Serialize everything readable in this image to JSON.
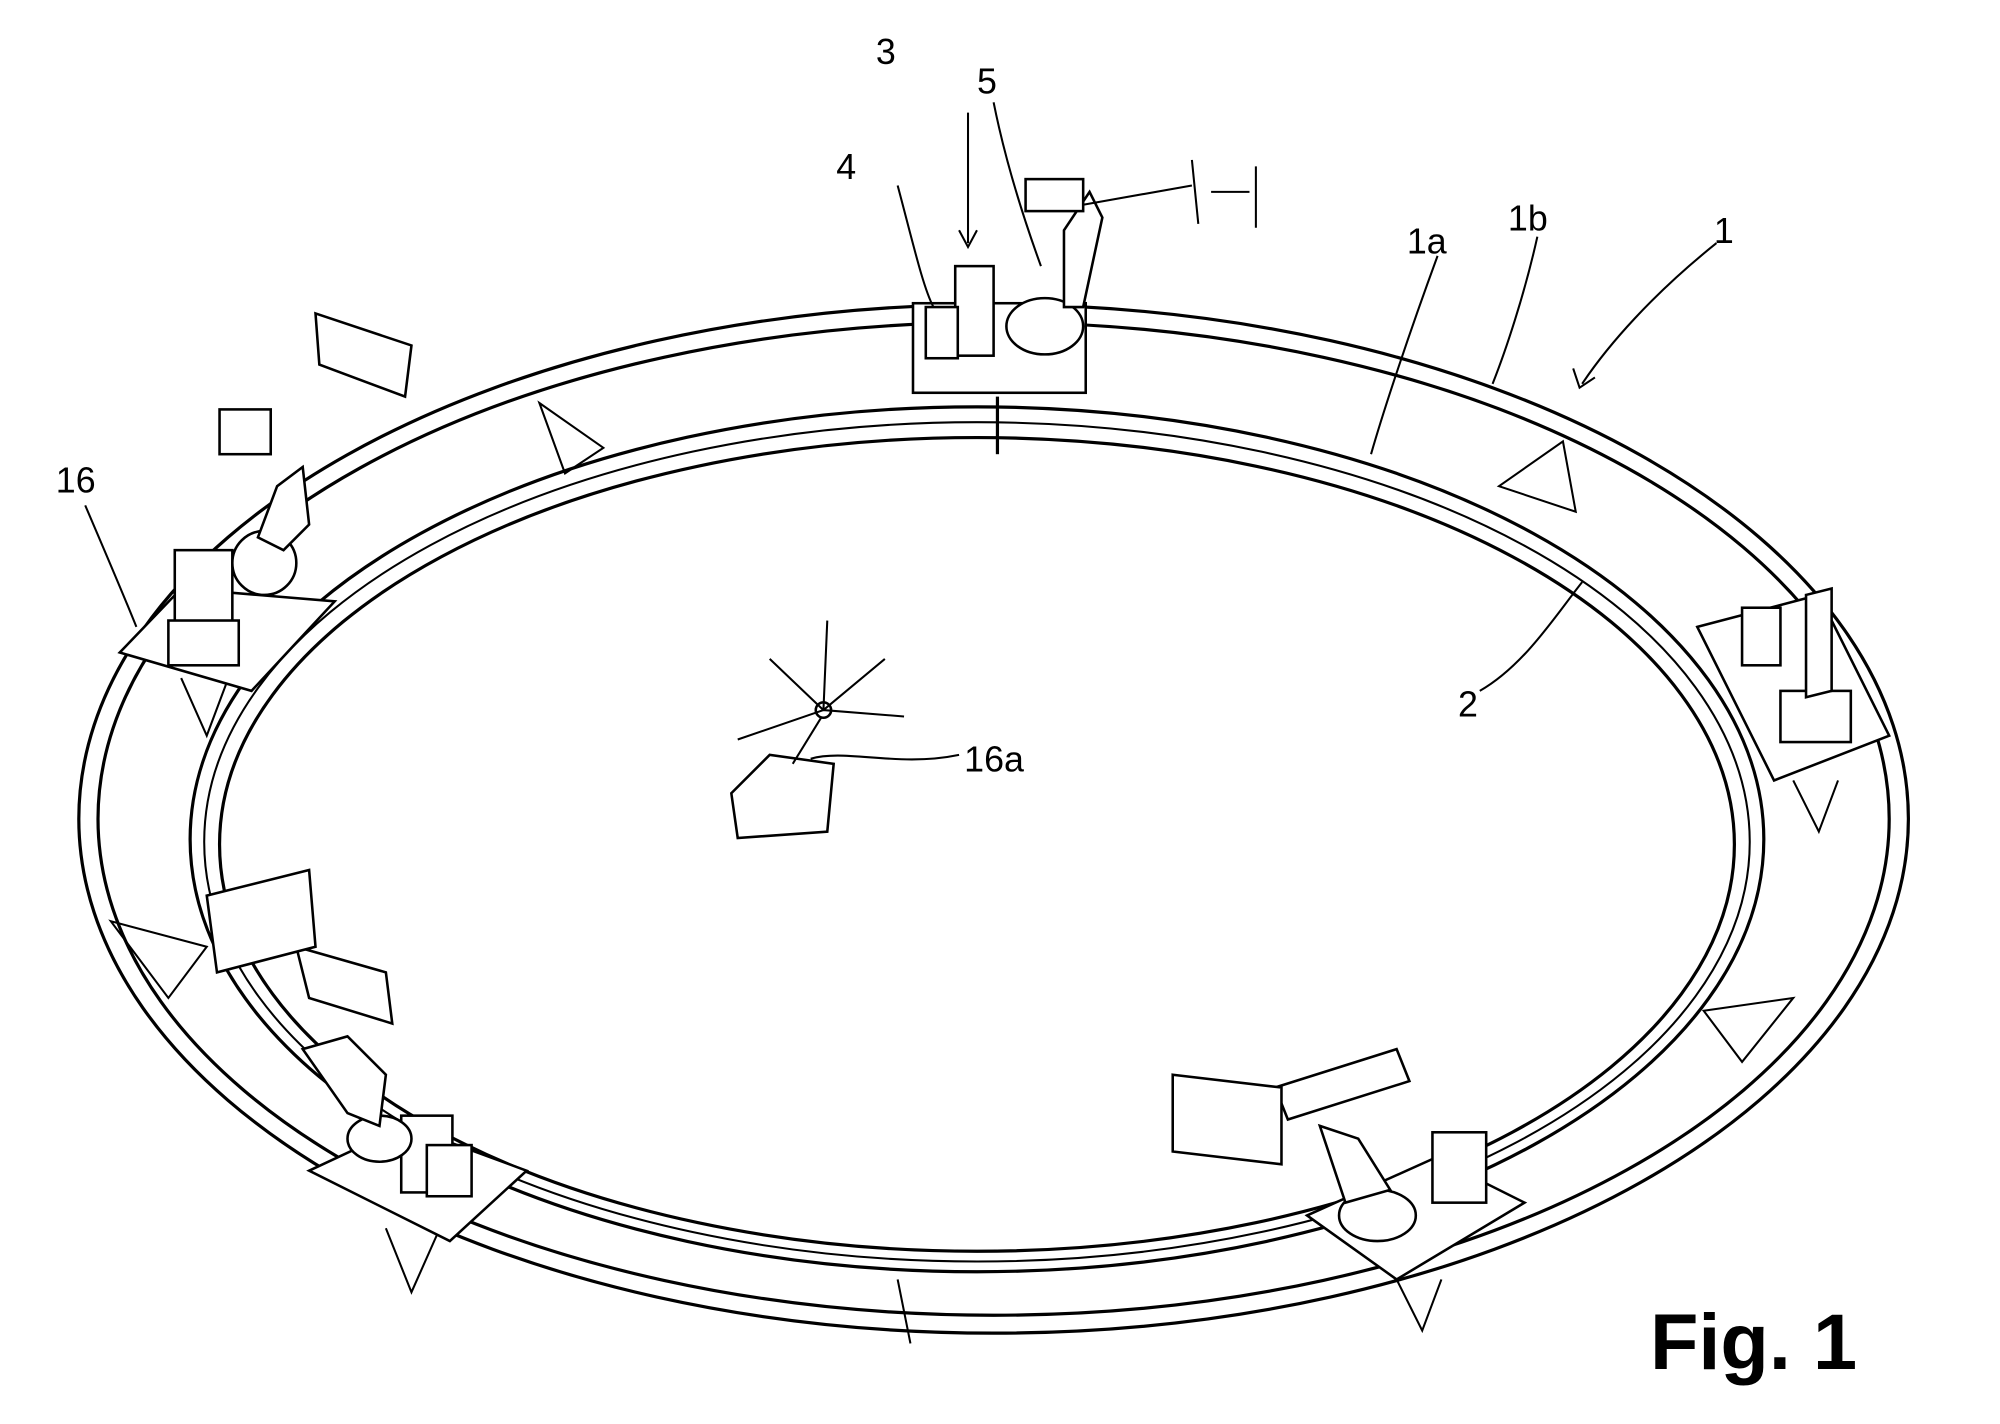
{
  "figure": {
    "title": "Fig. 1"
  },
  "labels": {
    "l1": "1",
    "l1a": "1a",
    "l1b": "1b",
    "l2": "2",
    "l3": "3",
    "l4": "4",
    "l5": "5",
    "l16": "16",
    "l16a": "16a"
  }
}
